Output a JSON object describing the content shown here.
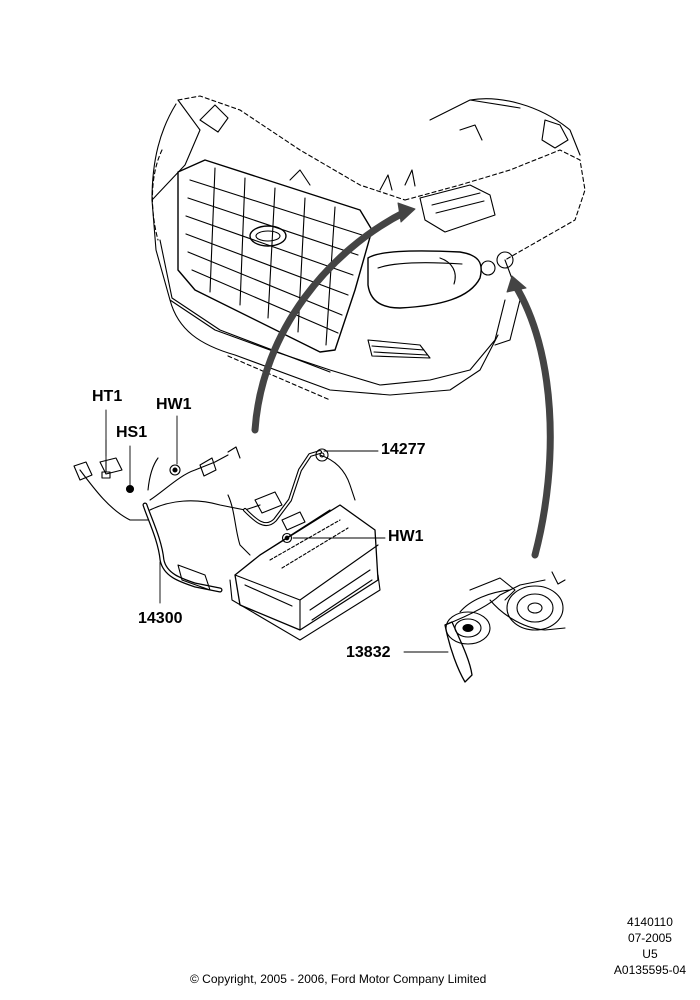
{
  "callouts": {
    "ht1": "HT1",
    "hw1_top": "HW1",
    "hs1": "HS1",
    "c14277": "14277",
    "hw1_right": "HW1",
    "c14300": "14300",
    "c13832": "13832"
  },
  "footer": {
    "copyright": "© Copyright, 2005 - 2006, Ford Motor Company Limited"
  },
  "stamp": {
    "line1": "4140110",
    "line2": "07-2005",
    "line3": "U5",
    "line4": "A0135595-04"
  },
  "colors": {
    "ink": "#000000",
    "arrow": "#444444",
    "background": "#ffffff"
  }
}
